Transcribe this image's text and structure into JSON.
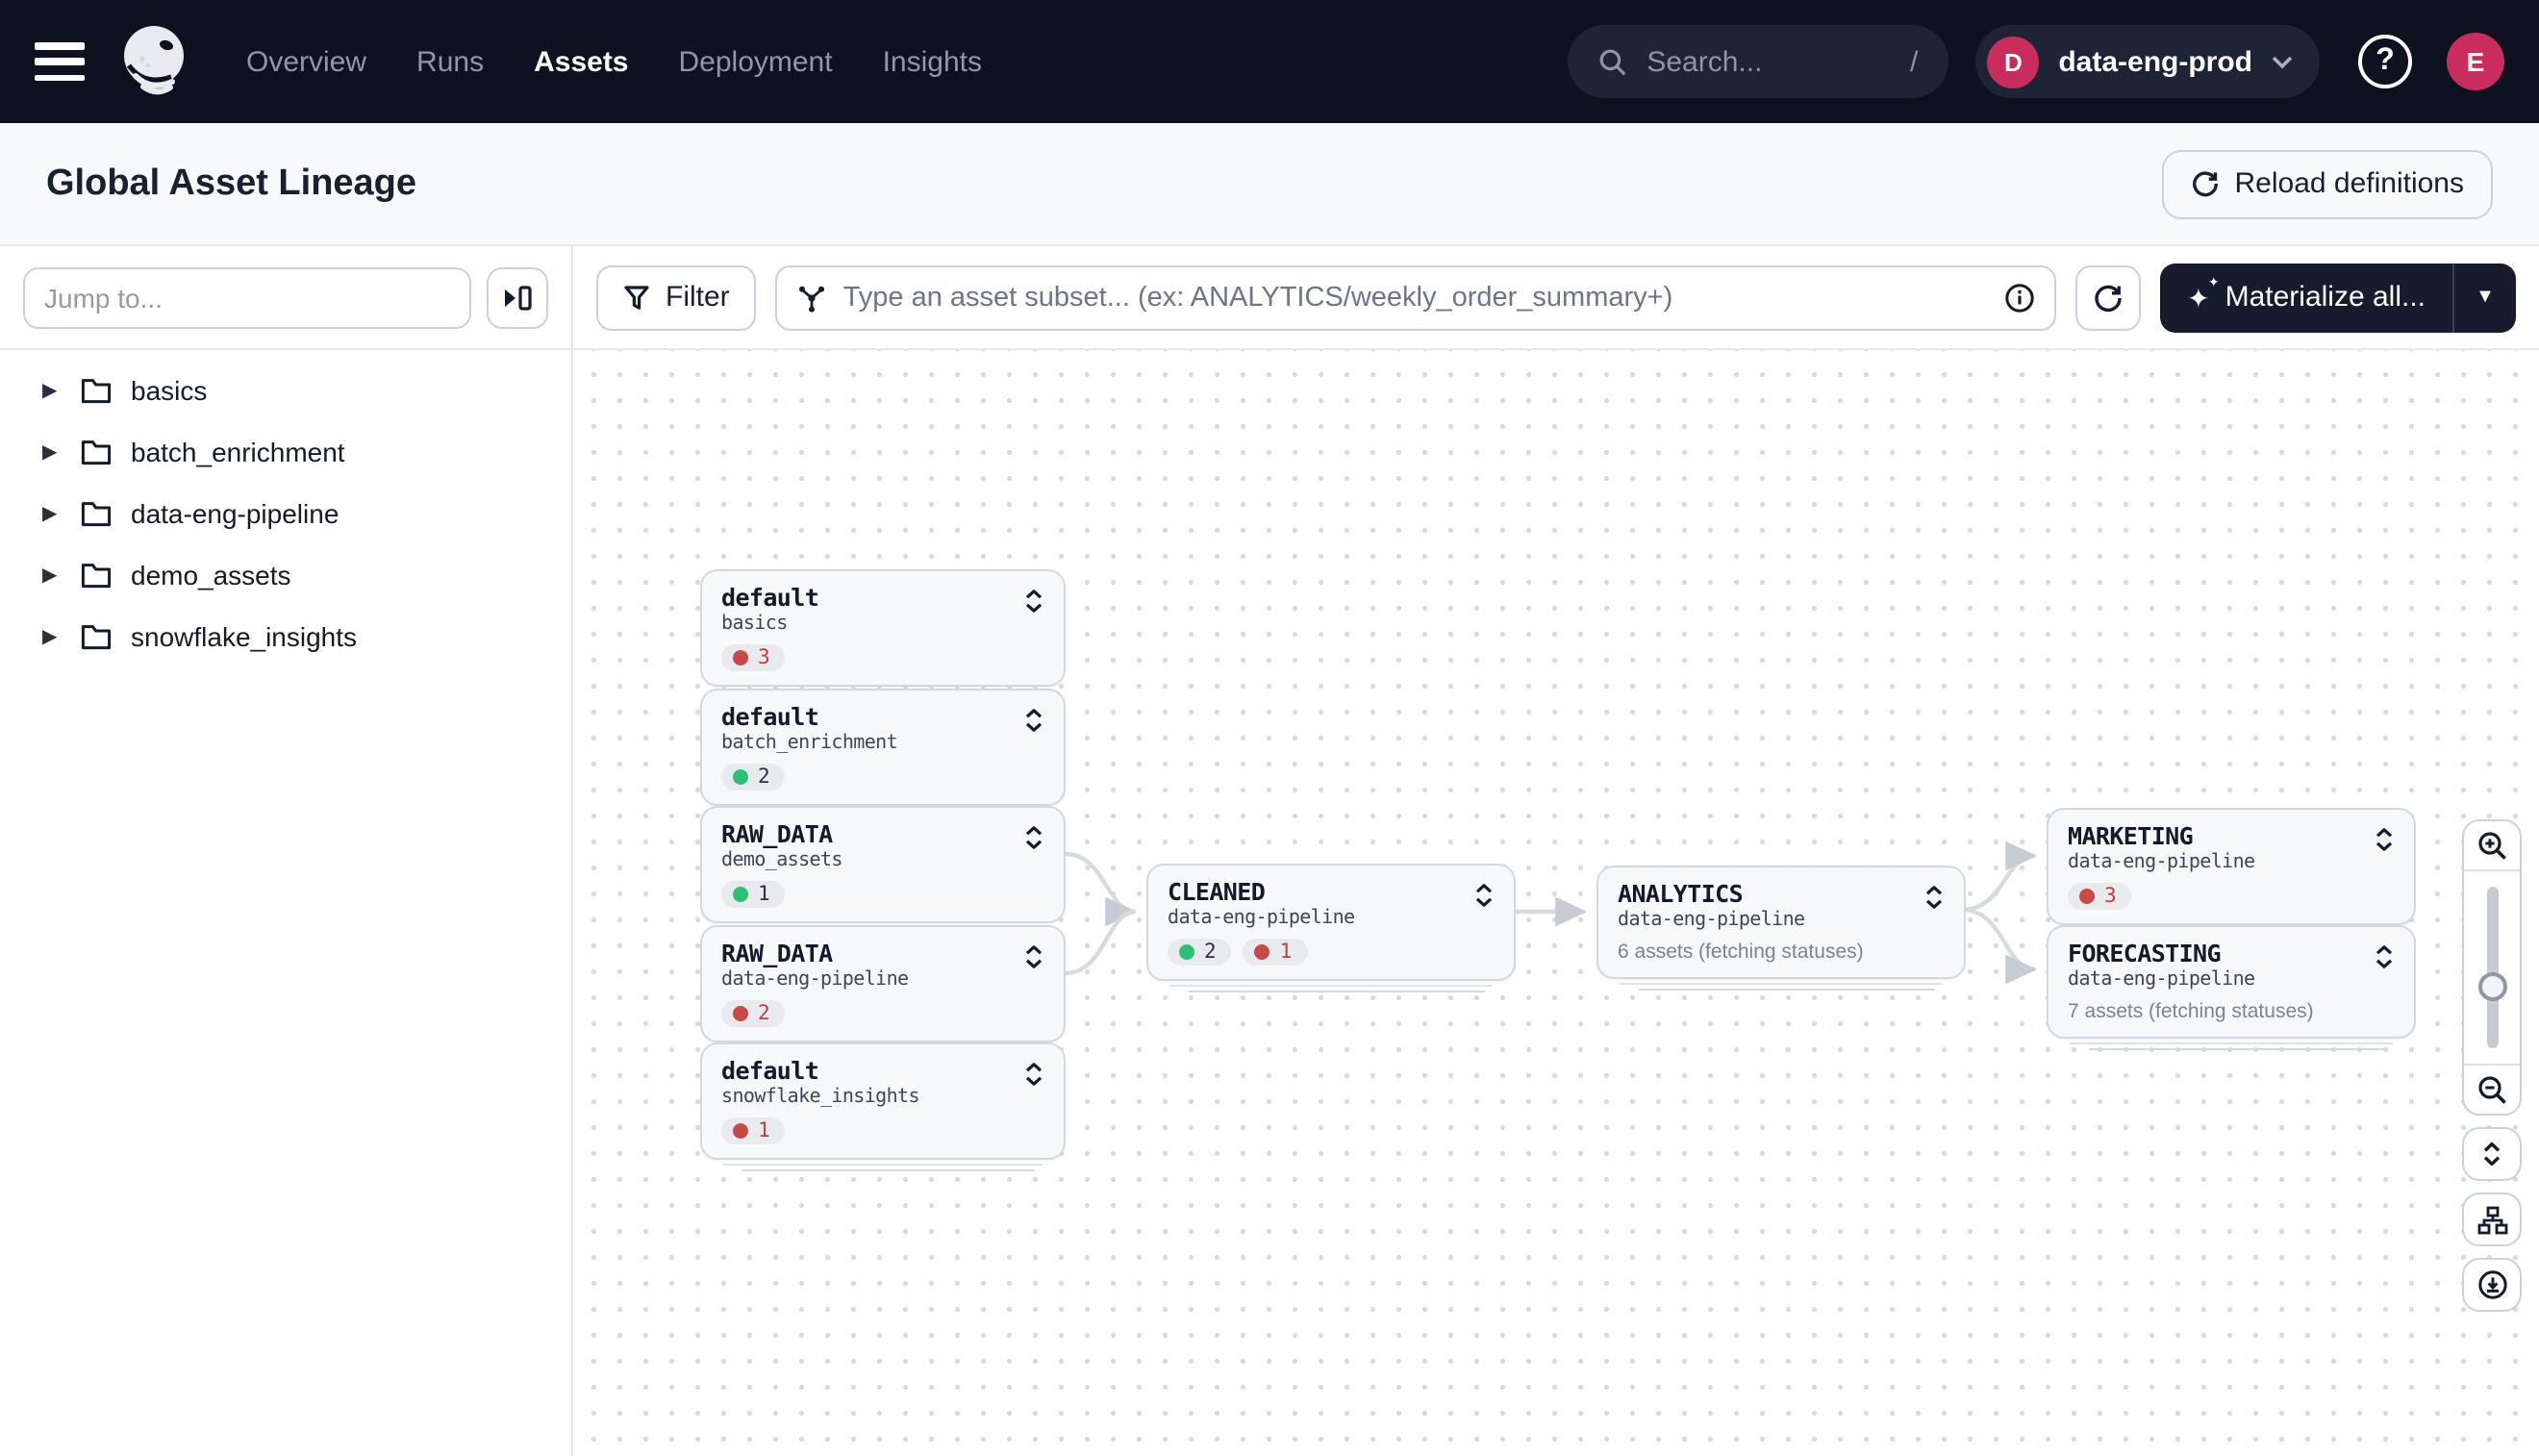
{
  "colors": {
    "accent": "#c92d5d",
    "success": "#2fbe77",
    "error": "#c64a4a",
    "nav_bg": "#0d1120"
  },
  "nav": {
    "links": [
      "Overview",
      "Runs",
      "Assets",
      "Deployment",
      "Insights"
    ],
    "active": "Assets",
    "search_placeholder": "Search...",
    "search_shortcut": "/",
    "workspace": {
      "initial": "D",
      "name": "data-eng-prod"
    },
    "avatar_initial": "E"
  },
  "header": {
    "title": "Global Asset Lineage",
    "reload_label": "Reload definitions"
  },
  "sidebar": {
    "jump_placeholder": "Jump to...",
    "folders": [
      "basics",
      "batch_enrichment",
      "data-eng-pipeline",
      "demo_assets",
      "snowflake_insights"
    ]
  },
  "toolbar": {
    "filter_label": "Filter",
    "subset_placeholder": "Type an asset subset... (ex: ANALYTICS/weekly_order_summary+)",
    "materialize_label": "Materialize all..."
  },
  "graph": {
    "nodes": [
      {
        "id": "basics",
        "title": "default",
        "subtitle": "basics",
        "badges": [
          {
            "status": "error",
            "count": "3"
          }
        ]
      },
      {
        "id": "batch_enrichment",
        "title": "default",
        "subtitle": "batch_enrichment",
        "badges": [
          {
            "status": "success",
            "count": "2"
          }
        ]
      },
      {
        "id": "raw_data_demo",
        "title": "RAW_DATA",
        "subtitle": "demo_assets",
        "badges": [
          {
            "status": "success",
            "count": "1"
          }
        ]
      },
      {
        "id": "raw_data_dep",
        "title": "RAW_DATA",
        "subtitle": "data-eng-pipeline",
        "badges": [
          {
            "status": "error",
            "count": "2"
          }
        ]
      },
      {
        "id": "snowflake",
        "title": "default",
        "subtitle": "snowflake_insights",
        "badges": [
          {
            "status": "error",
            "count": "1"
          }
        ]
      },
      {
        "id": "cleaned",
        "title": "CLEANED",
        "subtitle": "data-eng-pipeline",
        "badges": [
          {
            "status": "success",
            "count": "2"
          },
          {
            "status": "error",
            "count": "1"
          }
        ]
      },
      {
        "id": "analytics",
        "title": "ANALYTICS",
        "subtitle": "data-eng-pipeline",
        "note": "6 assets (fetching statuses)"
      },
      {
        "id": "marketing",
        "title": "MARKETING",
        "subtitle": "data-eng-pipeline",
        "badges": [
          {
            "status": "error",
            "count": "3"
          }
        ]
      },
      {
        "id": "forecasting",
        "title": "FORECASTING",
        "subtitle": "data-eng-pipeline",
        "note": "7 assets (fetching statuses)"
      }
    ]
  }
}
